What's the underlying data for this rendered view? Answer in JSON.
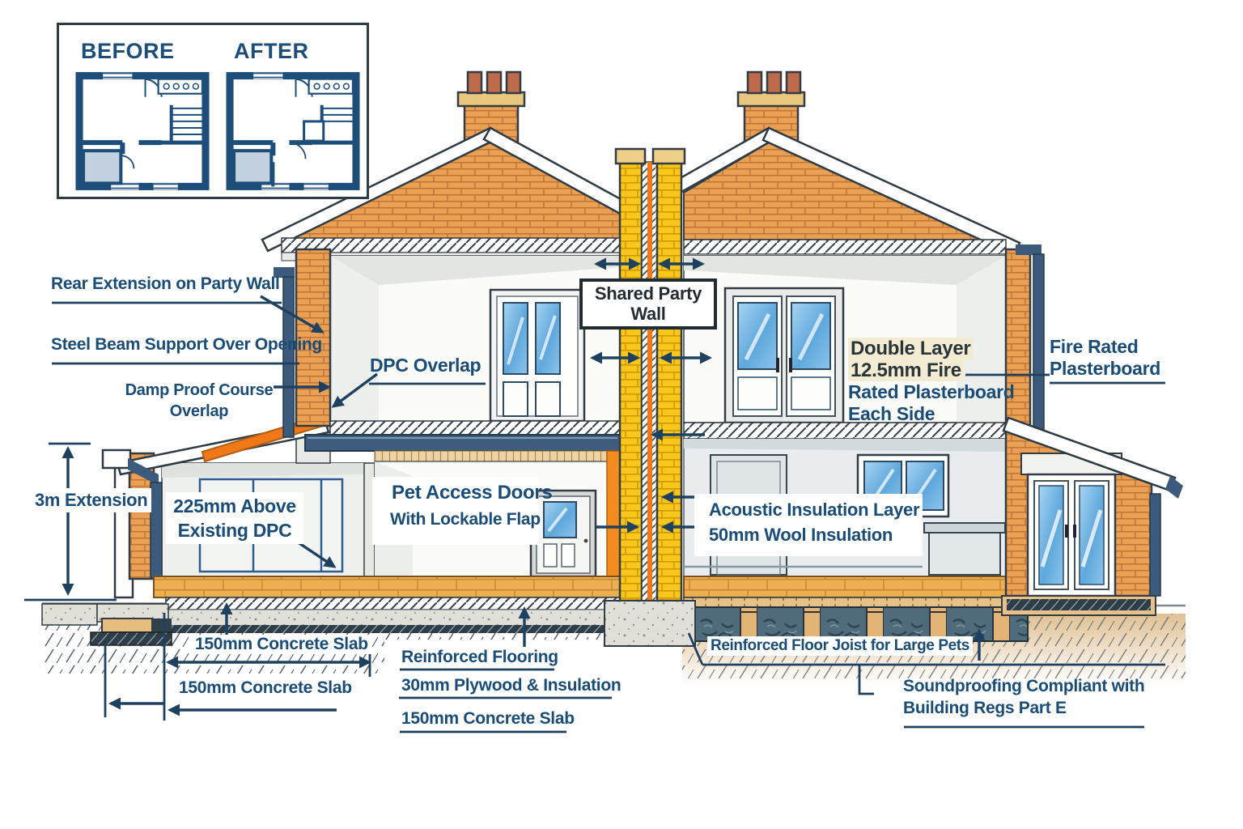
{
  "before_after": {
    "title_before": "BEFORE",
    "title_after": "AFTER"
  },
  "callouts": {
    "rear_extension": "Rear Extension on Party Wall",
    "steel_beam": "Steel Beam Support Over Opening",
    "damp_proof_1": "Damp Proof Course",
    "damp_proof_2": "Overlap",
    "dpc_overlap": "DPC Overlap",
    "shared_party_wall": "Shared Party Wall",
    "double_layer_1": "Double Layer",
    "double_layer_2": "12.5mm Fire",
    "double_layer_3": "Rated Plasterboard",
    "double_layer_4": "Each Side",
    "fire_rated_1": "Fire Rated",
    "fire_rated_2": "Plasterboard",
    "extension_height": "3m Extension",
    "above_dpc_1": "225mm Above",
    "above_dpc_2": "Existing DPC",
    "pet_access_1": "Pet Access Doors",
    "pet_access_2": "With Lockable Flap",
    "acoustic_1": "Acoustic Insulation Layer",
    "acoustic_2": "50mm Wool Insulation",
    "slab_dim_1": "150mm Concrete Slab",
    "slab_dim_2": "150mm Concrete Slab",
    "flooring_1": "Reinforced Flooring",
    "flooring_2": "30mm Plywood & Insulation",
    "flooring_3": "150mm Concrete Slab",
    "floor_joist": "Reinforced Floor Joist for Large Pets",
    "soundproofing_1": "Soundproofing Compliant with",
    "soundproofing_2": "Building Regs Part E"
  },
  "colors": {
    "annotation_navy": "#1a4c78",
    "line_navy": "#1e415f",
    "plan_blue": "#1d4e79",
    "brick": "#eaa053",
    "party_wall_yellow": "#f9c71b",
    "flashing_orange": "#f07818",
    "glass_blue": "#6fb5e5",
    "steel_blue": "#3e5c7e",
    "wood_floor": "#ecaf52",
    "joist_slate": "#4f6b7c",
    "soil_tan": "#e0c093",
    "highlight_cream": "#f4ebd3"
  }
}
